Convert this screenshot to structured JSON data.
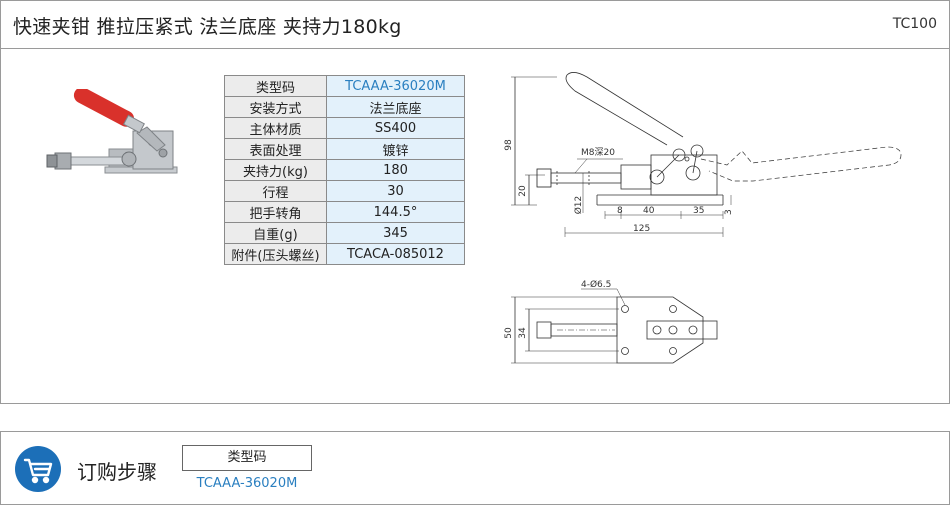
{
  "header": {
    "title": "快速夹钳  推拉压紧式  法兰底座  夹持力180kg",
    "code": "TC100"
  },
  "specs": [
    {
      "label": "类型码",
      "value": "TCAAA-36020M"
    },
    {
      "label": "安装方式",
      "value": "法兰底座"
    },
    {
      "label": "主体材质",
      "value": "SS400"
    },
    {
      "label": "表面处理",
      "value": "镀锌"
    },
    {
      "label": "夹持力(kg)",
      "value": "180"
    },
    {
      "label": "行程",
      "value": "30"
    },
    {
      "label": "把手转角",
      "value": "144.5°"
    },
    {
      "label": "自重(g)",
      "value": "345"
    },
    {
      "label": "附件(压头螺丝)",
      "value": "TCACA-085012"
    }
  ],
  "drawing": {
    "dim_98": "98",
    "dim_20": "20",
    "dim_m8": "M8深20",
    "dim_phi12": "Ø12",
    "dim_8": "8",
    "dim_40": "40",
    "dim_35": "35",
    "dim_3": "3",
    "dim_125": "125",
    "dim_holes": "4-Ø6.5",
    "dim_50": "50",
    "dim_34": "34"
  },
  "order": {
    "title": "订购步骤",
    "box_label": "类型码",
    "code": "TCAAA-36020M"
  },
  "colors": {
    "accent": "#2a7fc0",
    "cart": "#1c6fb8",
    "handle": "#d9312b"
  }
}
